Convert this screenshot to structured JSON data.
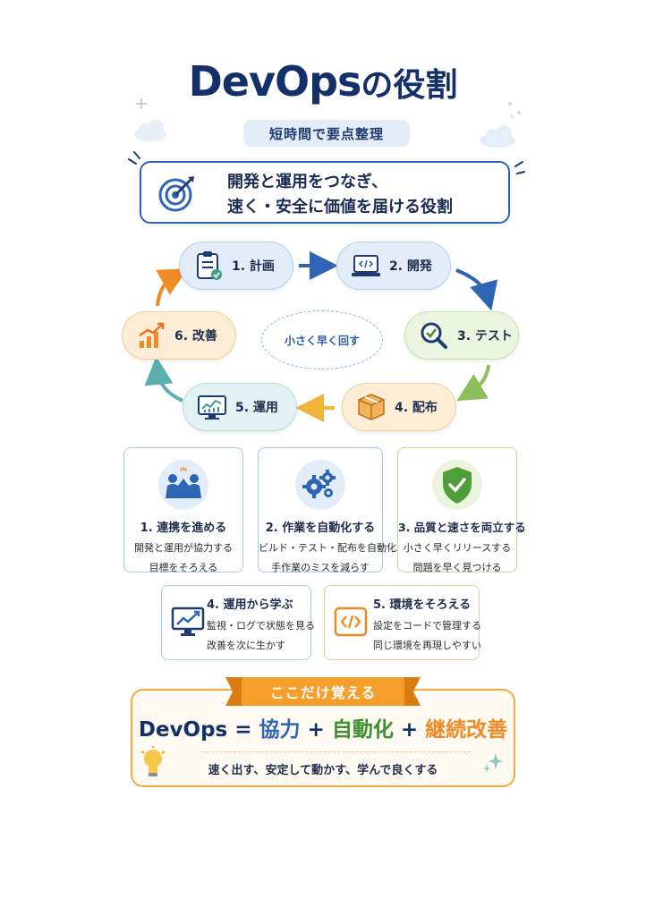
{
  "header": {
    "title_en": "DevOps",
    "title_jp": "の役割",
    "subtitle": "短時間で要点整理"
  },
  "mission": {
    "icon": "target-icon",
    "line1": "開発と運用をつなぎ、",
    "line2": "速く・安全に価値を届ける役割"
  },
  "cycle": {
    "center_label": "小さく早く回す",
    "steps": [
      {
        "label": "1. 計画",
        "icon": "clipboard-icon",
        "color": "#2e64b4"
      },
      {
        "label": "2. 開発",
        "icon": "laptop-code-icon",
        "color": "#2e64b4"
      },
      {
        "label": "3. テスト",
        "icon": "magnifier-check-icon",
        "color": "#6aa84f"
      },
      {
        "label": "4. 配布",
        "icon": "package-icon",
        "color": "#e8a53a"
      },
      {
        "label": "5. 運用",
        "icon": "monitor-chart-icon",
        "color": "#3a8f8f"
      },
      {
        "label": "6. 改善",
        "icon": "growth-chart-icon",
        "color": "#f08a24"
      }
    ]
  },
  "roles": [
    {
      "title": "1. 連携を進める",
      "lines": [
        "開発と運用が協力する",
        "目標をそろえる"
      ],
      "icon": "collaboration-icon"
    },
    {
      "title": "2. 作業を自動化する",
      "lines": [
        "ビルド・テスト・配布を自動化",
        "手作業のミスを減らす"
      ],
      "icon": "gears-icon"
    },
    {
      "title": "3. 品質と速さを両立する",
      "lines": [
        "小さく早くリリースする",
        "問題を早く見つける"
      ],
      "icon": "shield-check-icon"
    },
    {
      "title": "4. 運用から学ぶ",
      "lines": [
        "監視・ログで状態を見る",
        "改善を次に生かす"
      ],
      "icon": "monitor-graph-icon"
    },
    {
      "title": "5. 環境をそろえる",
      "lines": [
        "設定をコードで管理する",
        "同じ環境を再現しやすい"
      ],
      "icon": "code-brackets-icon"
    }
  ],
  "memo": {
    "banner": "ここだけ覚える",
    "formula": {
      "subject": "DevOps",
      "eq": "=",
      "plus": "+",
      "term1": "協力",
      "term2": "自動化",
      "term3": "継続改善"
    },
    "summary": "速く出す、安定して動かす、学んで良くする"
  },
  "colors": {
    "navy": "#13306b",
    "blue": "#2e64b4",
    "green": "#3d8f2f",
    "orange": "#f08a24"
  }
}
